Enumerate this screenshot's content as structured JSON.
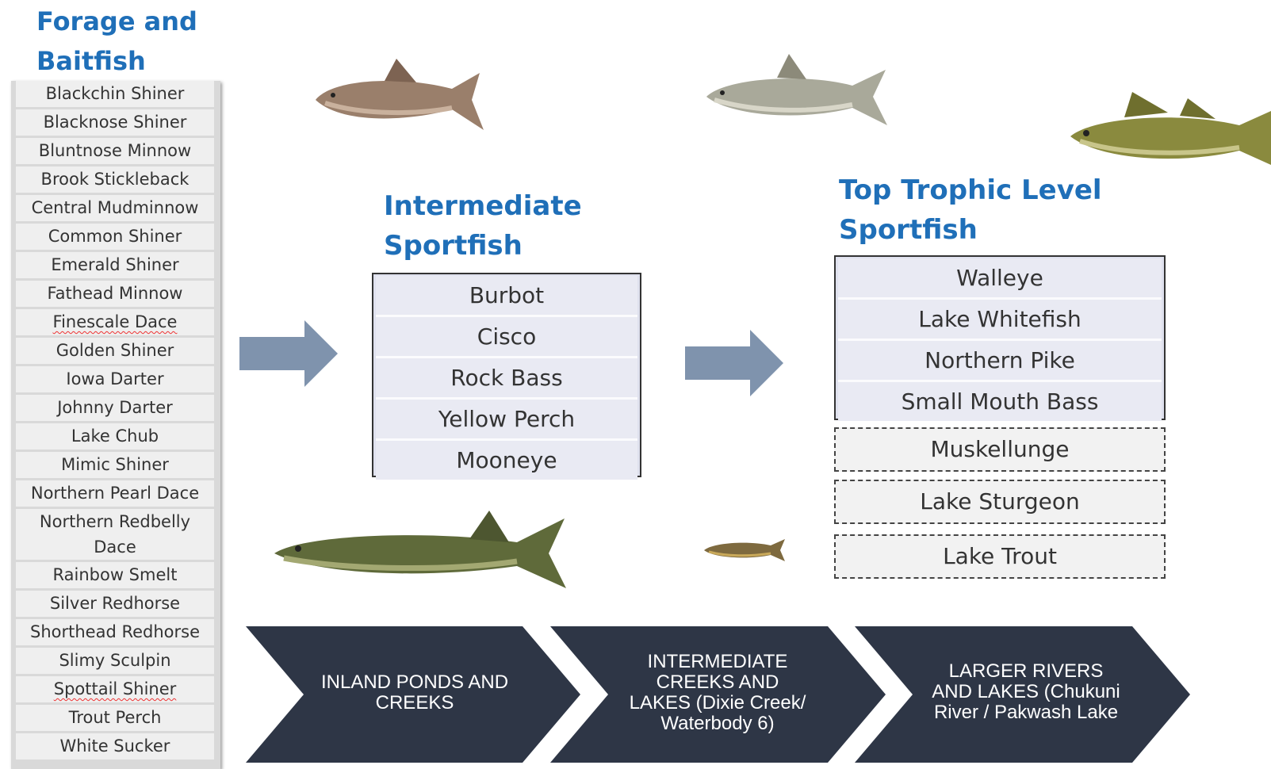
{
  "forage": {
    "title_line1": "Forage and",
    "title_line2": "Baitfish",
    "items": [
      "Blackchin Shiner",
      "Blacknose Shiner",
      "Bluntnose Minnow",
      "Brook Stickleback",
      "Central Mudminnow",
      "Common Shiner",
      "Emerald Shiner",
      "Fathead Minnow",
      "Finescale Dace",
      "Golden Shiner",
      "Iowa Darter",
      "Johnny Darter",
      "Lake Chub",
      "Mimic Shiner",
      "Northern Pearl Dace",
      "Northern Redbelly Dace",
      "Rainbow Smelt",
      "Silver Redhorse",
      "Shorthead Redhorse",
      "Slimy Sculpin",
      "Spottail Shiner",
      "Trout Perch",
      "White Sucker"
    ]
  },
  "intermediate": {
    "title_line1": "Intermediate",
    "title_line2": "Sportfish",
    "items": [
      "Burbot",
      "Cisco",
      "Rock Bass",
      "Yellow Perch",
      "Mooneye"
    ]
  },
  "top": {
    "title_line1": "Top Trophic Level",
    "title_line2": "Sportfish",
    "items": [
      "Walleye",
      "Lake Whitefish",
      "Northern Pike",
      "Small Mouth Bass"
    ],
    "dashed_items": [
      "Muskellunge",
      "Lake Sturgeon",
      "Lake Trout"
    ]
  },
  "habitats": [
    "INLAND PONDS AND\nCREEKS",
    "INTERMEDIATE\nCREEKS AND\nLAKES (Dixie Creek/\nWaterbody 6)",
    "LARGER RIVERS\nAND LAKES (Chukuni\nRiver / Pakwash Lake"
  ],
  "colors": {
    "heading": "#1f6fb8",
    "arrow": "#7f93ad",
    "chevron": "#2e3646"
  },
  "icons": [
    "sucker-fish-icon",
    "whitefish-fish-icon",
    "walleye-fish-icon",
    "pike-fish-icon",
    "minnow-fish-icon"
  ]
}
